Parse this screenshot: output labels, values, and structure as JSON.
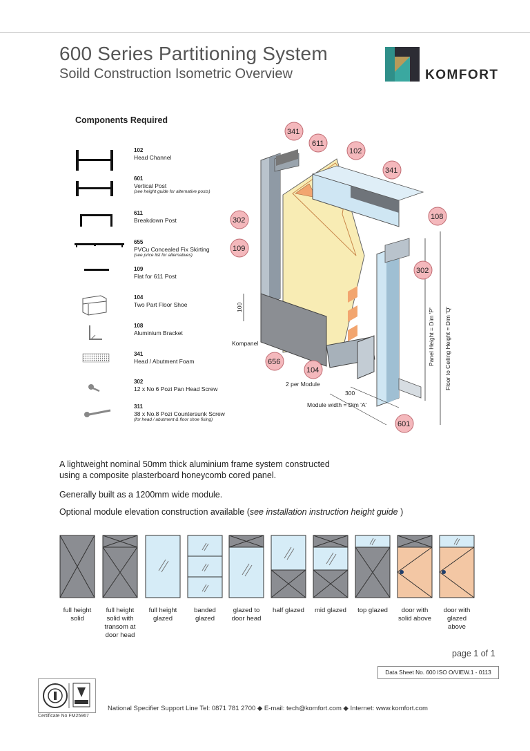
{
  "header": {
    "title": "600 Series Partitioning System",
    "subtitle": "Soild Construction Isometric Overview",
    "brand": "KOMFORT",
    "brand_colors": {
      "teal": "#3aa8a0",
      "dark": "#2c2c34",
      "gold": "#b89a5a"
    }
  },
  "components": {
    "title": "Components Required",
    "items": [
      {
        "num": "102",
        "name": "Head Channel",
        "note": "",
        "icon": "head-channel-icon"
      },
      {
        "num": "601",
        "name": "Vertical Post",
        "note": "(see height guide for alternative posts)",
        "icon": "vertical-post-icon"
      },
      {
        "num": "611",
        "name": "Breakdown Post",
        "note": "",
        "icon": "breakdown-post-icon"
      },
      {
        "num": "655",
        "name": "PVCu Concealed Fix Skirting",
        "note": "(see price list for alternatives)",
        "icon": "skirting-icon"
      },
      {
        "num": "109",
        "name": "Flat for 611 Post",
        "note": "",
        "icon": "flat-bar-icon"
      },
      {
        "num": "104",
        "name": "Two Part Floor Shoe",
        "note": "",
        "icon": "floor-shoe-icon"
      },
      {
        "num": "108",
        "name": "Aluminium Bracket",
        "note": "",
        "icon": "bracket-icon"
      },
      {
        "num": "341",
        "name": "Head / Abutment Foam",
        "note": "",
        "icon": "foam-icon"
      },
      {
        "num": "302",
        "name": "12 x No 6 Pozi Pan Head Screw",
        "note": "",
        "icon": "pan-screw-icon"
      },
      {
        "num": "311",
        "name": "38 x No.8 Pozi Countersunk Screw",
        "note": "(for head / abutment & floor shoe fixing)",
        "icon": "countersunk-screw-icon"
      }
    ]
  },
  "diagram": {
    "callouts": [
      "341",
      "611",
      "102",
      "341",
      "302",
      "108",
      "109",
      "302",
      "656",
      "104",
      "601"
    ],
    "labels": {
      "kompanel": "Kompanel",
      "dim_100": "100",
      "per_module": "2 per Module",
      "dim_300": "300",
      "module_width": "Module width = Dim 'A'",
      "panel_height": "Panel Height = Dim 'P'",
      "floor_ceiling": "Floor to Ceiling Height = Dim 'Q'"
    }
  },
  "description": {
    "p1_line1": "A lightweight nominal 50mm thick aluminium frame system constructed",
    "p1_line2": "using a composite plasterboard honeycomb cored panel.",
    "p2": "Generally built as a 1200mm wide module.",
    "p3_pre": "Optional module elevation construction available (",
    "p3_link": "see installation instruction height guide",
    "p3_post": " )"
  },
  "elevations": [
    {
      "line1": "full height",
      "line2": "solid",
      "line3": "",
      "line4": ""
    },
    {
      "line1": "full height",
      "line2": "solid with",
      "line3": "transom at",
      "line4": "door head"
    },
    {
      "line1": "full height",
      "line2": "glazed",
      "line3": "",
      "line4": ""
    },
    {
      "line1": "banded",
      "line2": "glazed",
      "line3": "",
      "line4": ""
    },
    {
      "line1": "glazed to",
      "line2": "door head",
      "line3": "",
      "line4": ""
    },
    {
      "line1": "half glazed",
      "line2": "",
      "line3": "",
      "line4": ""
    },
    {
      "line1": "mid glazed",
      "line2": "",
      "line3": "",
      "line4": ""
    },
    {
      "line1": "top glazed",
      "line2": "",
      "line3": "",
      "line4": ""
    },
    {
      "line1": "door with",
      "line2": "solid above",
      "line3": "",
      "line4": ""
    },
    {
      "line1": "door with",
      "line2": "glazed",
      "line3": "above",
      "line4": ""
    }
  ],
  "colors": {
    "solid": "#8b8d92",
    "glazed": "#d6ecf7",
    "door": "#f3c7a4",
    "callout": "#f4b8bc"
  },
  "footer": {
    "page": "page 1 of 1",
    "datasheet": "Data Sheet No. 600 ISO O/VIEW.1 - 0113",
    "cert_no": "Certificate No FM25967",
    "support": "National Specifier Support Line Tel: 0871 781 2700  ◆  E-mail: tech@komfort.com  ◆  Internet: www.komfort.com"
  }
}
